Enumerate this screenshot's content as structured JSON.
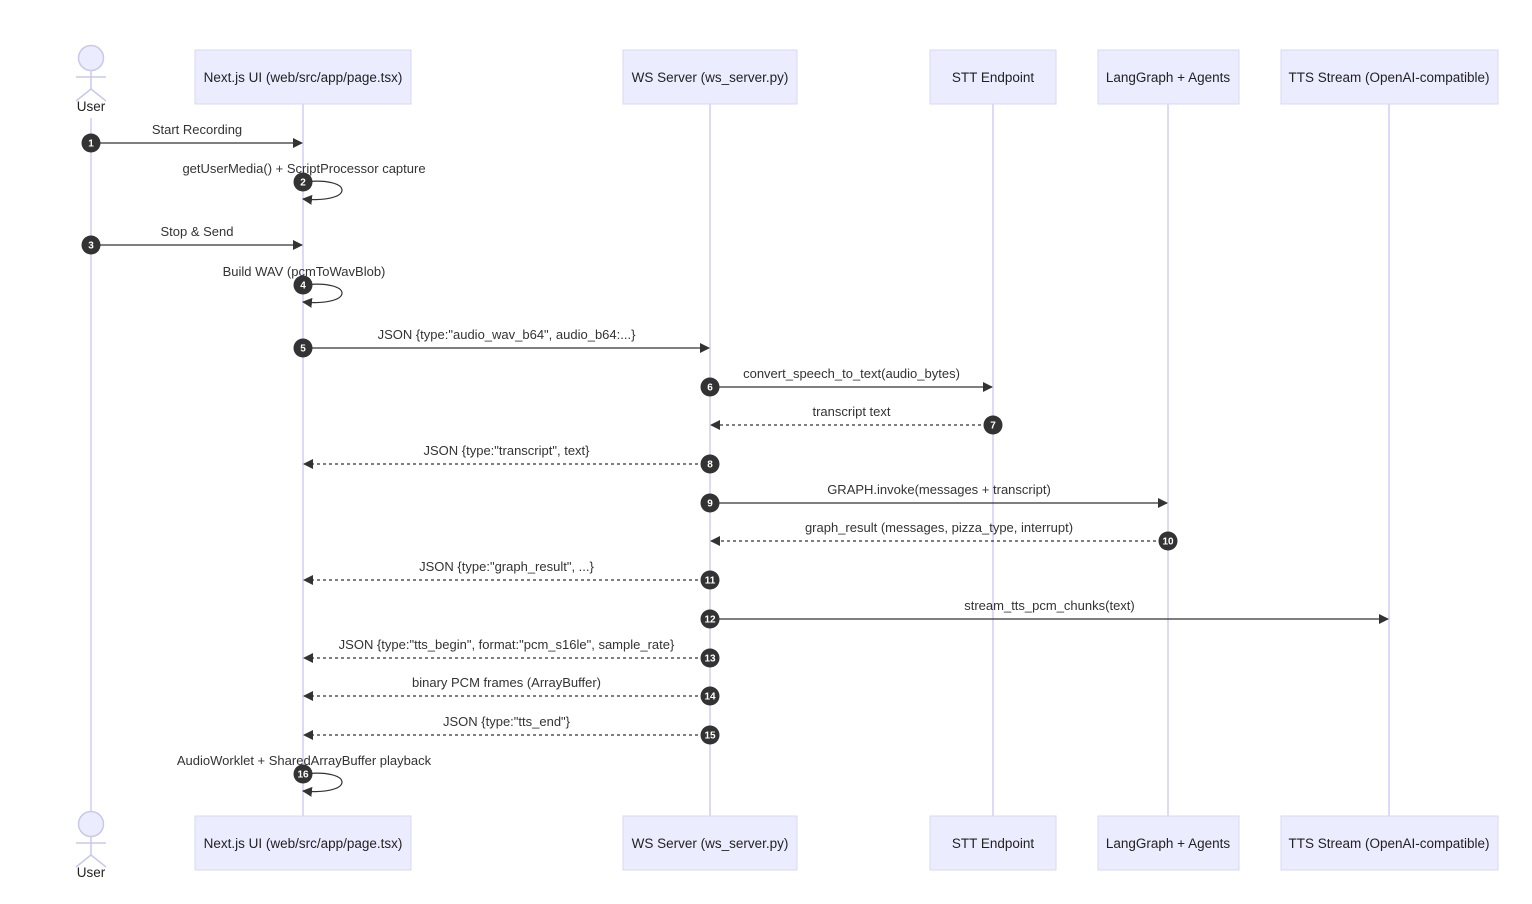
{
  "participants": [
    {
      "id": "user",
      "label": "User",
      "kind": "actor"
    },
    {
      "id": "ui",
      "label": "Next.js UI (web/src/app/page.tsx)",
      "kind": "box"
    },
    {
      "id": "ws",
      "label": "WS Server (ws_server.py)",
      "kind": "box"
    },
    {
      "id": "stt",
      "label": "STT Endpoint",
      "kind": "box"
    },
    {
      "id": "graph",
      "label": "LangGraph + Agents",
      "kind": "box"
    },
    {
      "id": "tts",
      "label": "TTS Stream (OpenAI-compatible)",
      "kind": "box"
    }
  ],
  "messages": [
    {
      "n": "1",
      "from": "user",
      "to": "ui",
      "text": "Start Recording",
      "style": "solid"
    },
    {
      "n": "2",
      "from": "ui",
      "to": "ui",
      "text": "getUserMedia() + ScriptProcessor capture",
      "style": "solid"
    },
    {
      "n": "3",
      "from": "user",
      "to": "ui",
      "text": "Stop & Send",
      "style": "solid"
    },
    {
      "n": "4",
      "from": "ui",
      "to": "ui",
      "text": "Build WAV (pcmToWavBlob)",
      "style": "solid"
    },
    {
      "n": "5",
      "from": "ui",
      "to": "ws",
      "text": "JSON {type:\"audio_wav_b64\", audio_b64:...}",
      "style": "solid"
    },
    {
      "n": "6",
      "from": "ws",
      "to": "stt",
      "text": "convert_speech_to_text(audio_bytes)",
      "style": "solid"
    },
    {
      "n": "7",
      "from": "stt",
      "to": "ws",
      "text": "transcript text",
      "style": "dashed"
    },
    {
      "n": "8",
      "from": "ws",
      "to": "ui",
      "text": "JSON {type:\"transcript\", text}",
      "style": "dashed"
    },
    {
      "n": "9",
      "from": "ws",
      "to": "graph",
      "text": "GRAPH.invoke(messages + transcript)",
      "style": "solid"
    },
    {
      "n": "10",
      "from": "graph",
      "to": "ws",
      "text": "graph_result (messages, pizza_type, interrupt)",
      "style": "dashed"
    },
    {
      "n": "11",
      "from": "ws",
      "to": "ui",
      "text": "JSON {type:\"graph_result\", ...}",
      "style": "dashed"
    },
    {
      "n": "12",
      "from": "ws",
      "to": "tts",
      "text": "stream_tts_pcm_chunks(text)",
      "style": "solid"
    },
    {
      "n": "13",
      "from": "ws",
      "to": "ui",
      "text": "JSON {type:\"tts_begin\", format:\"pcm_s16le\", sample_rate}",
      "style": "dashed"
    },
    {
      "n": "14",
      "from": "ws",
      "to": "ui",
      "text": "binary PCM frames (ArrayBuffer)",
      "style": "dashed"
    },
    {
      "n": "15",
      "from": "ws",
      "to": "ui",
      "text": "JSON {type:\"tts_end\"}",
      "style": "dashed"
    },
    {
      "n": "16",
      "from": "ui",
      "to": "ui",
      "text": "AudioWorklet + SharedArrayBuffer playback",
      "style": "solid"
    }
  ]
}
